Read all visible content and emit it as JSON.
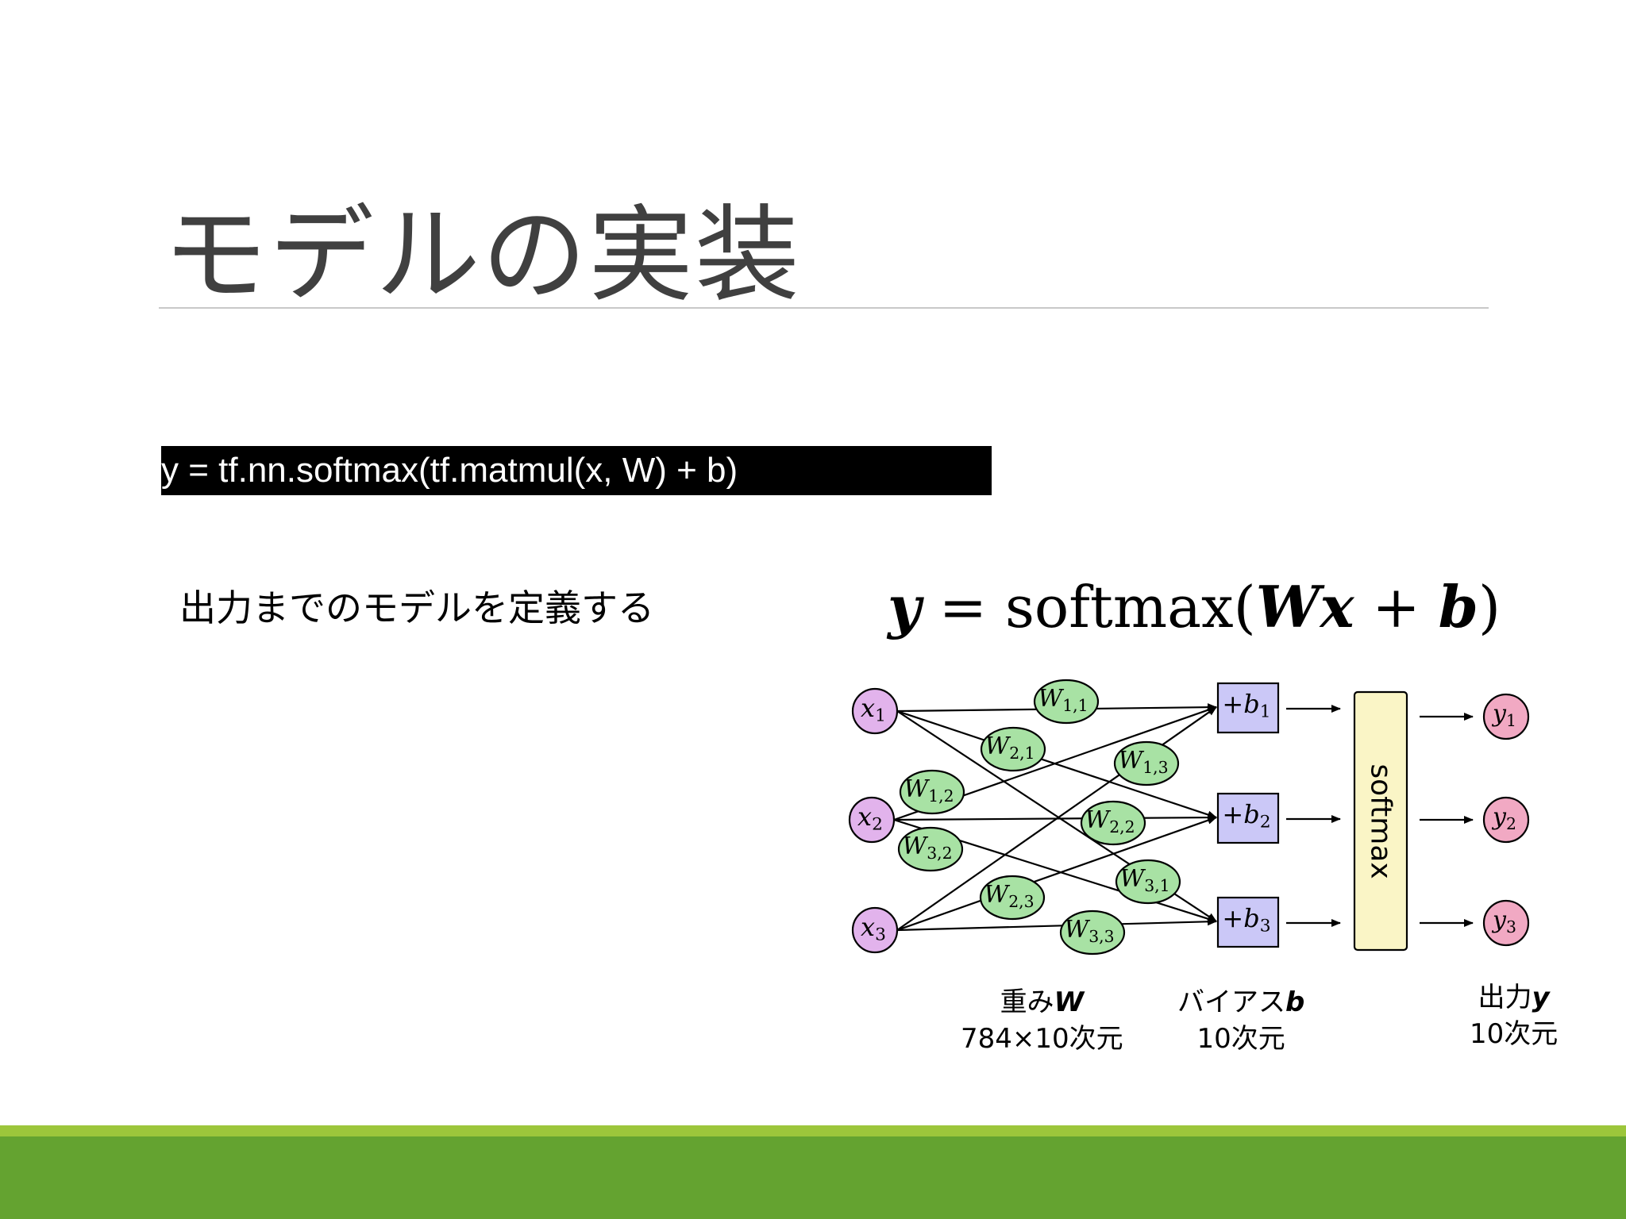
{
  "slide": {
    "title": "モデルの実装",
    "code": "y = tf.nn.softmax(tf.matmul(x, W) + b)",
    "description": "出力までのモデルを定義する"
  },
  "equation": {
    "lhs": "y",
    "equals": " = softmax(",
    "w": "Wx",
    "plus": " + ",
    "b": "b",
    "close": ")"
  },
  "diagram": {
    "inputs": [
      {
        "base": "x",
        "sub": "1"
      },
      {
        "base": "x",
        "sub": "2"
      },
      {
        "base": "x",
        "sub": "3"
      }
    ],
    "weights": [
      {
        "base": "W",
        "sub": "1,1"
      },
      {
        "base": "W",
        "sub": "2,1"
      },
      {
        "base": "W",
        "sub": "1,2"
      },
      {
        "base": "W",
        "sub": "3,2"
      },
      {
        "base": "W",
        "sub": "1,3"
      },
      {
        "base": "W",
        "sub": "2,2"
      },
      {
        "base": "W",
        "sub": "3,1"
      },
      {
        "base": "W",
        "sub": "2,3"
      },
      {
        "base": "W",
        "sub": "3,3"
      }
    ],
    "biases": [
      {
        "base": "+b",
        "sub": "1"
      },
      {
        "base": "+b",
        "sub": "2"
      },
      {
        "base": "+b",
        "sub": "3"
      }
    ],
    "activation": "softmax",
    "outputs": [
      {
        "base": "y",
        "sub": "1"
      },
      {
        "base": "y",
        "sub": "2"
      },
      {
        "base": "y",
        "sub": "3"
      }
    ],
    "colors": {
      "input": "#e2b3ec",
      "weight": "#a8e2a4",
      "bias": "#cbc8f7",
      "softmax": "#faf5c6",
      "output": "#f1a9c3"
    }
  },
  "captions": {
    "weights_label": "重み",
    "weights_symbol": "W",
    "weights_dims": "784×10次元",
    "bias_label": "バイアス",
    "bias_symbol": "b",
    "bias_dims": "10次元",
    "output_label": "出力",
    "output_symbol": "y",
    "output_dims": "10次元"
  },
  "theme": {
    "footer_light": "#9cc63b",
    "footer_dark": "#64a330",
    "title_color": "#404040"
  }
}
